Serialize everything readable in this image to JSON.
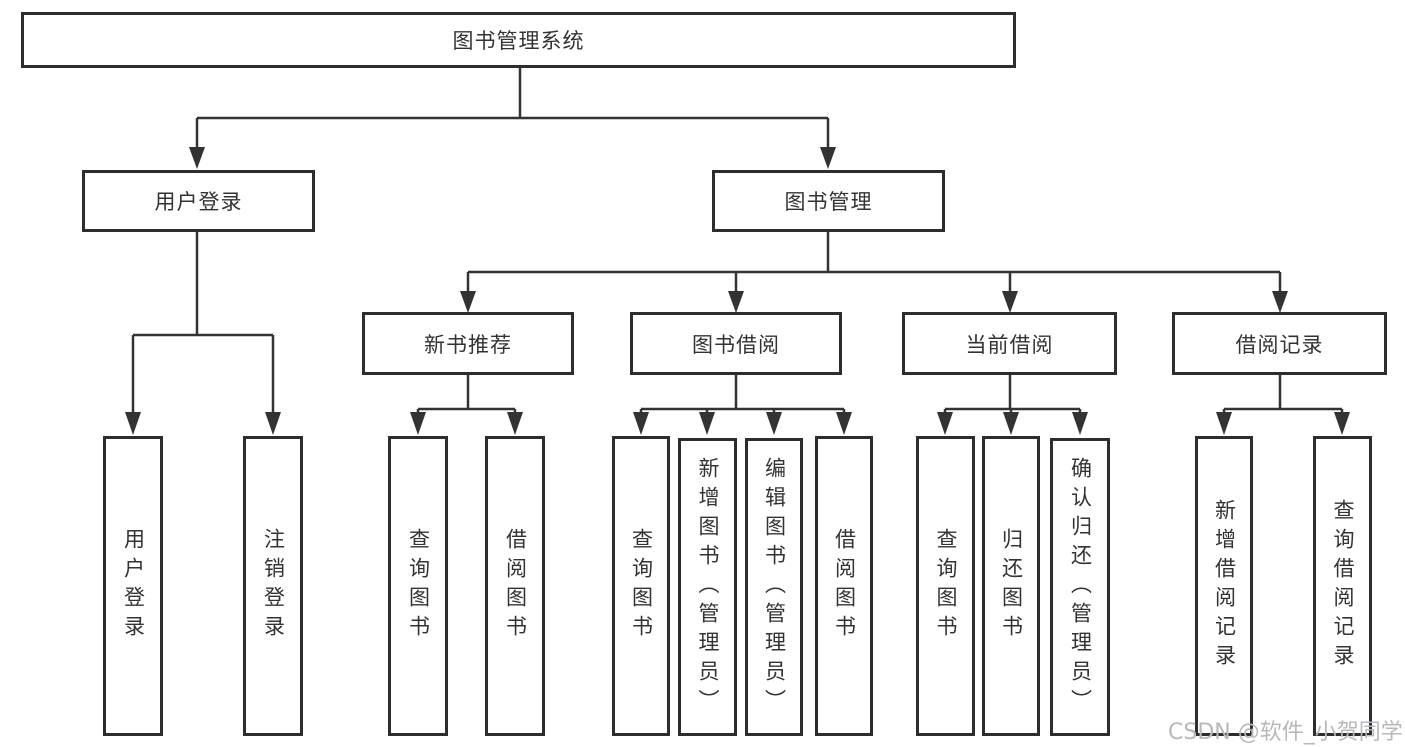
{
  "diagram": {
    "type": "hierarchy-tree",
    "root": {
      "label": "图书管理系统",
      "children": [
        {
          "label": "用户登录",
          "children": [
            {
              "label": "用户登录"
            },
            {
              "label": "注销登录"
            }
          ]
        },
        {
          "label": "图书管理",
          "children": [
            {
              "label": "新书推荐",
              "children": [
                {
                  "label": "查询图书"
                },
                {
                  "label": "借阅图书"
                }
              ]
            },
            {
              "label": "图书借阅",
              "children": [
                {
                  "label": "查询图书"
                },
                {
                  "label": "新增图书（管理员）"
                },
                {
                  "label": "编辑图书（管理员）"
                },
                {
                  "label": "借阅图书"
                }
              ]
            },
            {
              "label": "当前借阅",
              "children": [
                {
                  "label": "查询图书"
                },
                {
                  "label": "归还图书"
                },
                {
                  "label": "确认归还（管理员）"
                }
              ]
            },
            {
              "label": "借阅记录",
              "children": [
                {
                  "label": "新增借阅记录"
                },
                {
                  "label": "查询借阅记录"
                }
              ]
            }
          ]
        }
      ]
    }
  },
  "watermark": {
    "text": "CSDN @软件_小贺同学"
  },
  "colors": {
    "background": "#ffffff",
    "box_fill": "#ffffff",
    "box_border": "#2d2d2d",
    "line": "#333333",
    "text": "#333333",
    "watermark": "#b6b8bb"
  }
}
